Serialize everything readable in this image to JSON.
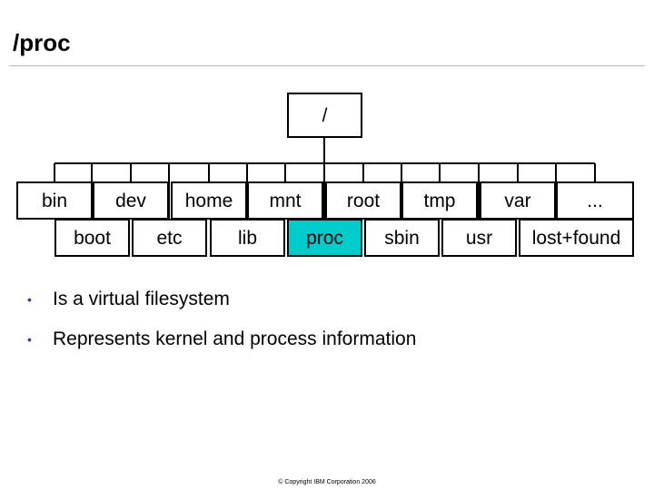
{
  "slide": {
    "title": "/proc",
    "footer": "© Copyright IBM Corporation 2006"
  },
  "tree": {
    "root": "/",
    "upper_row": [
      "bin",
      "dev",
      "home",
      "mnt",
      "root",
      "tmp",
      "var",
      "..."
    ],
    "lower_row": [
      "boot",
      "etc",
      "lib",
      "proc",
      "sbin",
      "usr",
      "lost+found"
    ],
    "highlighted": "proc",
    "highlight_color": "#00cccc"
  },
  "bullets": [
    "Is a virtual filesystem",
    "Represents kernel and process information"
  ]
}
